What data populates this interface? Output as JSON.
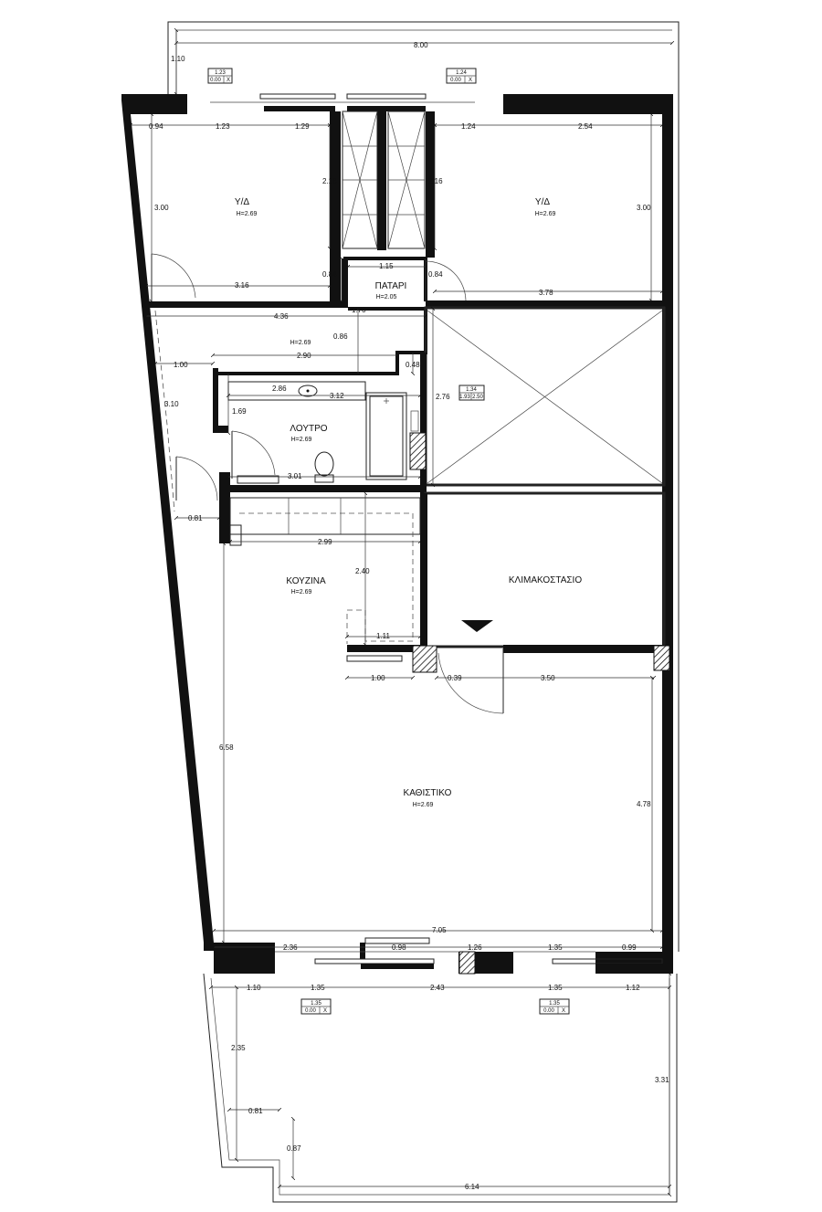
{
  "rooms": {
    "bedroom_left": {
      "name": "Υ/Δ",
      "height": "H=2.69"
    },
    "bedroom_right": {
      "name": "Υ/Δ",
      "height": "H=2.69"
    },
    "mezzanine": {
      "name": "ΠΑΤΑΡΙ",
      "height": "H=2.05"
    },
    "corridor": {
      "height": "H=2.69"
    },
    "bathroom": {
      "name": "ΛΟΥΤΡΟ",
      "height": "H=2.69"
    },
    "kitchen": {
      "name": "ΚΟΥΖΙΝΑ",
      "height": "H=2.69"
    },
    "staircase": {
      "name": "ΚΛΙΜΑΚΟΣΤΑΣΙΟ"
    },
    "living": {
      "name": "ΚΑΘΙΣΤΙΚΟ",
      "height": "H=2.69"
    }
  },
  "windows": {
    "w1": {
      "width": "1.23",
      "sill": "0.00",
      "mark": "X"
    },
    "w2": {
      "width": "1.24",
      "sill": "0.00",
      "mark": "X"
    },
    "w3": {
      "width": "1.34",
      "sill": "1.93",
      "top": "2.50"
    },
    "w4": {
      "width": "1.35",
      "sill": "0.00",
      "mark": "X"
    },
    "w5": {
      "width": "1.35",
      "sill": "0.00",
      "mark": "X"
    }
  },
  "dims": {
    "top_total": "8.00",
    "top_left_offset": "1.10",
    "bl_094": "0.94",
    "bl_123": "1.23",
    "bl_129": "1.29",
    "br_124": "1.24",
    "br_254": "2.54",
    "bl_h300": "3.00",
    "br_h300": "3.00",
    "wardrobe_l": "2.16",
    "wardrobe_r": "2.16",
    "bl_316": "3.16",
    "bl_084": "0.84",
    "mez_115": "1.15",
    "br_084": "0.84",
    "br_378": "3.78",
    "cor_436": "4.36",
    "cor_170": "1.70",
    "cor_086": "0.86",
    "cor_290": "2.90",
    "cor_100": "1.00",
    "cor_048": "0.48",
    "bath_286": "2.86",
    "bath_312": "3.12",
    "shaft_276": "2.76",
    "bath_169": "1.69",
    "left_310": "3.10",
    "bath_301": "3.01",
    "kit_081": "0.81",
    "kit_299": "2.99",
    "kit_240": "2.40",
    "kit_111": "1.11",
    "kit_100": "1.00",
    "liv_039": "0.39",
    "liv_350": "3.50",
    "liv_658": "6.58",
    "liv_478": "4.78",
    "liv_705": "7.05",
    "liv_236": "2.36",
    "liv_098": "0.98",
    "liv_126": "1.26",
    "liv_135": "1.35",
    "liv_099": "0.99",
    "bal_110": "1.10",
    "bal_135a": "1.35",
    "bal_243": "2.43",
    "bal_135b": "1.35",
    "bal_112": "1.12",
    "bal_235": "2.35",
    "bal_331": "3.31",
    "bal_081": "0.81",
    "bal_087": "0.87",
    "bal_614": "6.14"
  }
}
